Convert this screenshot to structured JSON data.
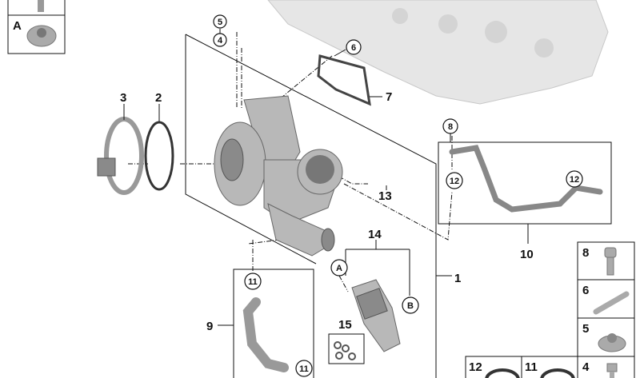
{
  "diagram": {
    "callouts": {
      "c5": "5",
      "c4": "4",
      "c6": "6",
      "c7": "7",
      "c3": "3",
      "c2": "2",
      "c8": "8",
      "c12a": "12",
      "c12b": "12",
      "c13": "13",
      "c14": "14",
      "cA": "A",
      "cB": "B",
      "c1": "1",
      "c10": "10",
      "c15": "15",
      "c9": "9",
      "c11a": "11",
      "c11b": "11"
    },
    "legend_top": {
      "a": "A"
    },
    "legend_side": {
      "r8": "8",
      "r6": "6",
      "r5": "5",
      "r4": "4",
      "b12": "12",
      "b11": "11"
    }
  }
}
